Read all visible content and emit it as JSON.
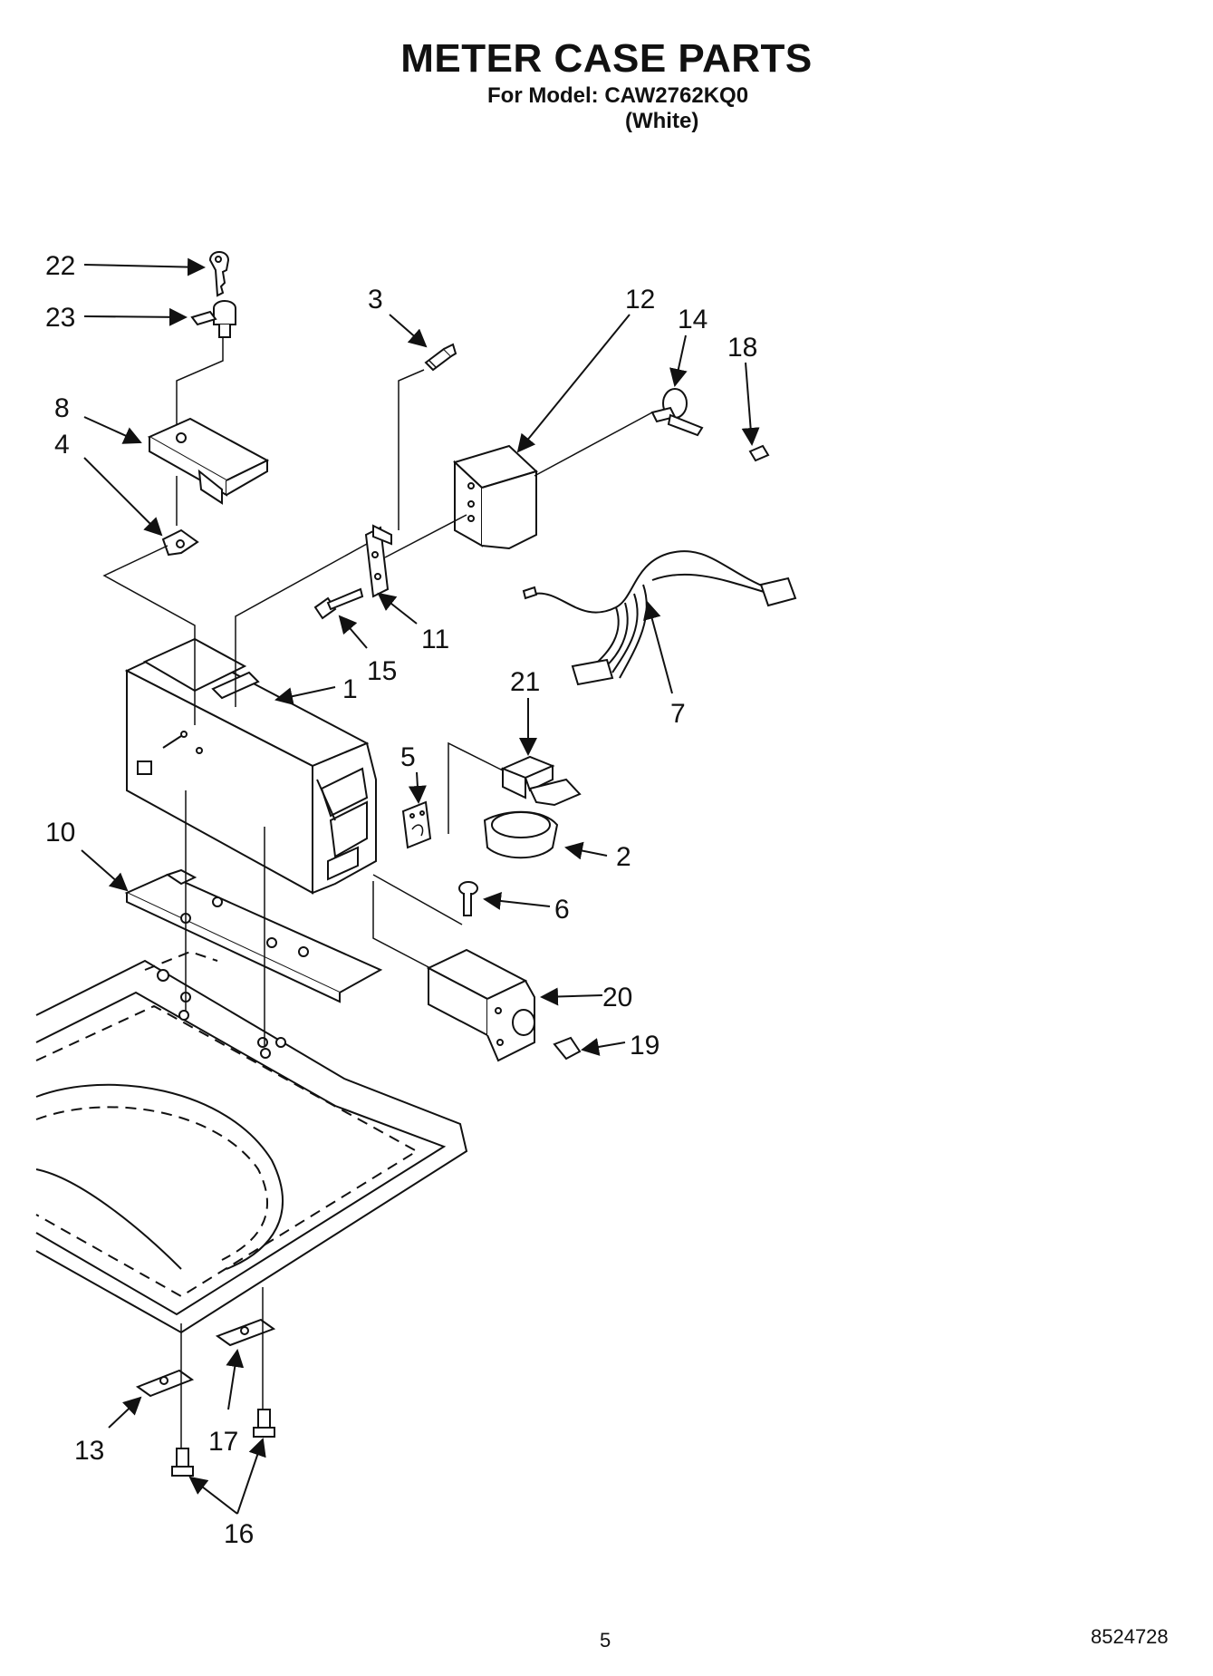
{
  "header": {
    "title": "METER CASE PARTS",
    "model_line": "For Model: CAW2762KQ0",
    "color_line": "(White)"
  },
  "callouts": [
    "22",
    "23",
    "3",
    "12",
    "14",
    "18",
    "8",
    "4",
    "11",
    "15",
    "1",
    "7",
    "21",
    "5",
    "2",
    "10",
    "6",
    "20",
    "19",
    "13",
    "17",
    "16"
  ],
  "footer": {
    "page_number": "5",
    "document_number": "8524728"
  }
}
